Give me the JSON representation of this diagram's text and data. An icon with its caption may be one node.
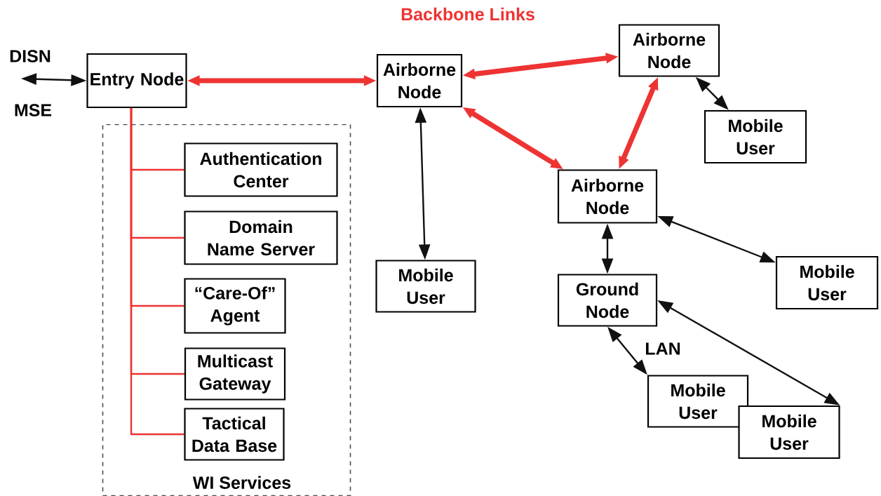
{
  "diagram": {
    "nodes": [
      {
        "text": [
          "Entry Node"
        ]
      },
      {
        "text": [
          "WI Services"
        ]
      },
      {
        "text": [
          "Authentication Center"
        ],
        "in": 1
      },
      {
        "text": [
          "Domain Name Server"
        ],
        "in": 1
      },
      {
        "text": [
          "“Care-Of” Agent"
        ],
        "in": 1
      },
      {
        "text": [
          "Multicast Gateway"
        ],
        "in": 1
      },
      {
        "text": [
          "Tactical Data Base"
        ],
        "in": 1
      },
      {
        "text": [
          "Airborne Node"
        ]
      },
      {
        "text": [
          "Airborne Node"
        ]
      },
      {
        "text": [
          "Mobile User"
        ]
      },
      {
        "text": [
          "Airborne Node"
        ]
      },
      {
        "text": [
          "Mobile User"
        ]
      },
      {
        "text": [
          "Mobile User"
        ]
      },
      {
        "text": [
          "Ground Node"
        ]
      },
      {
        "text": [
          "Mobile User"
        ]
      },
      {
        "text": [
          "Mobile User"
        ]
      }
    ],
    "edges": [
      {
        "from": null,
        "to": 0,
        "arrow": "both",
        "color": "#111111"
      },
      {
        "from": 0,
        "to": 7,
        "arrow": "both",
        "style": "thick"
      },
      {
        "from": 0,
        "to": 2,
        "arrow": "none"
      },
      {
        "from": 0,
        "to": 3,
        "arrow": "none"
      },
      {
        "from": 0,
        "to": 4,
        "arrow": "none"
      },
      {
        "from": 0,
        "to": 5,
        "arrow": "none"
      },
      {
        "from": 0,
        "to": 6,
        "arrow": "none"
      },
      {
        "from": 7,
        "to": 8,
        "arrow": "both",
        "style": "thick"
      },
      {
        "from": 7,
        "to": 10,
        "arrow": "both",
        "style": "thick"
      },
      {
        "from": 8,
        "to": 10,
        "arrow": "both",
        "style": "thick"
      },
      {
        "from": 8,
        "to": 9,
        "arrow": "both",
        "color": "#111111"
      },
      {
        "from": 7,
        "to": 11,
        "arrow": "both",
        "color": "#111111"
      },
      {
        "from": 10,
        "to": 13,
        "arrow": "both",
        "color": "#111111"
      },
      {
        "from": 10,
        "to": 12,
        "arrow": "both",
        "color": "#111111"
      },
      {
        "from": 13,
        "to": 14,
        "arrow": "both",
        "color": "#111111"
      },
      {
        "from": 13,
        "to": 15,
        "arrow": "both",
        "color": "#111111"
      }
    ],
    "labels": [
      "Backbone Links",
      "DISN",
      "MSE",
      "LAN"
    ]
  }
}
